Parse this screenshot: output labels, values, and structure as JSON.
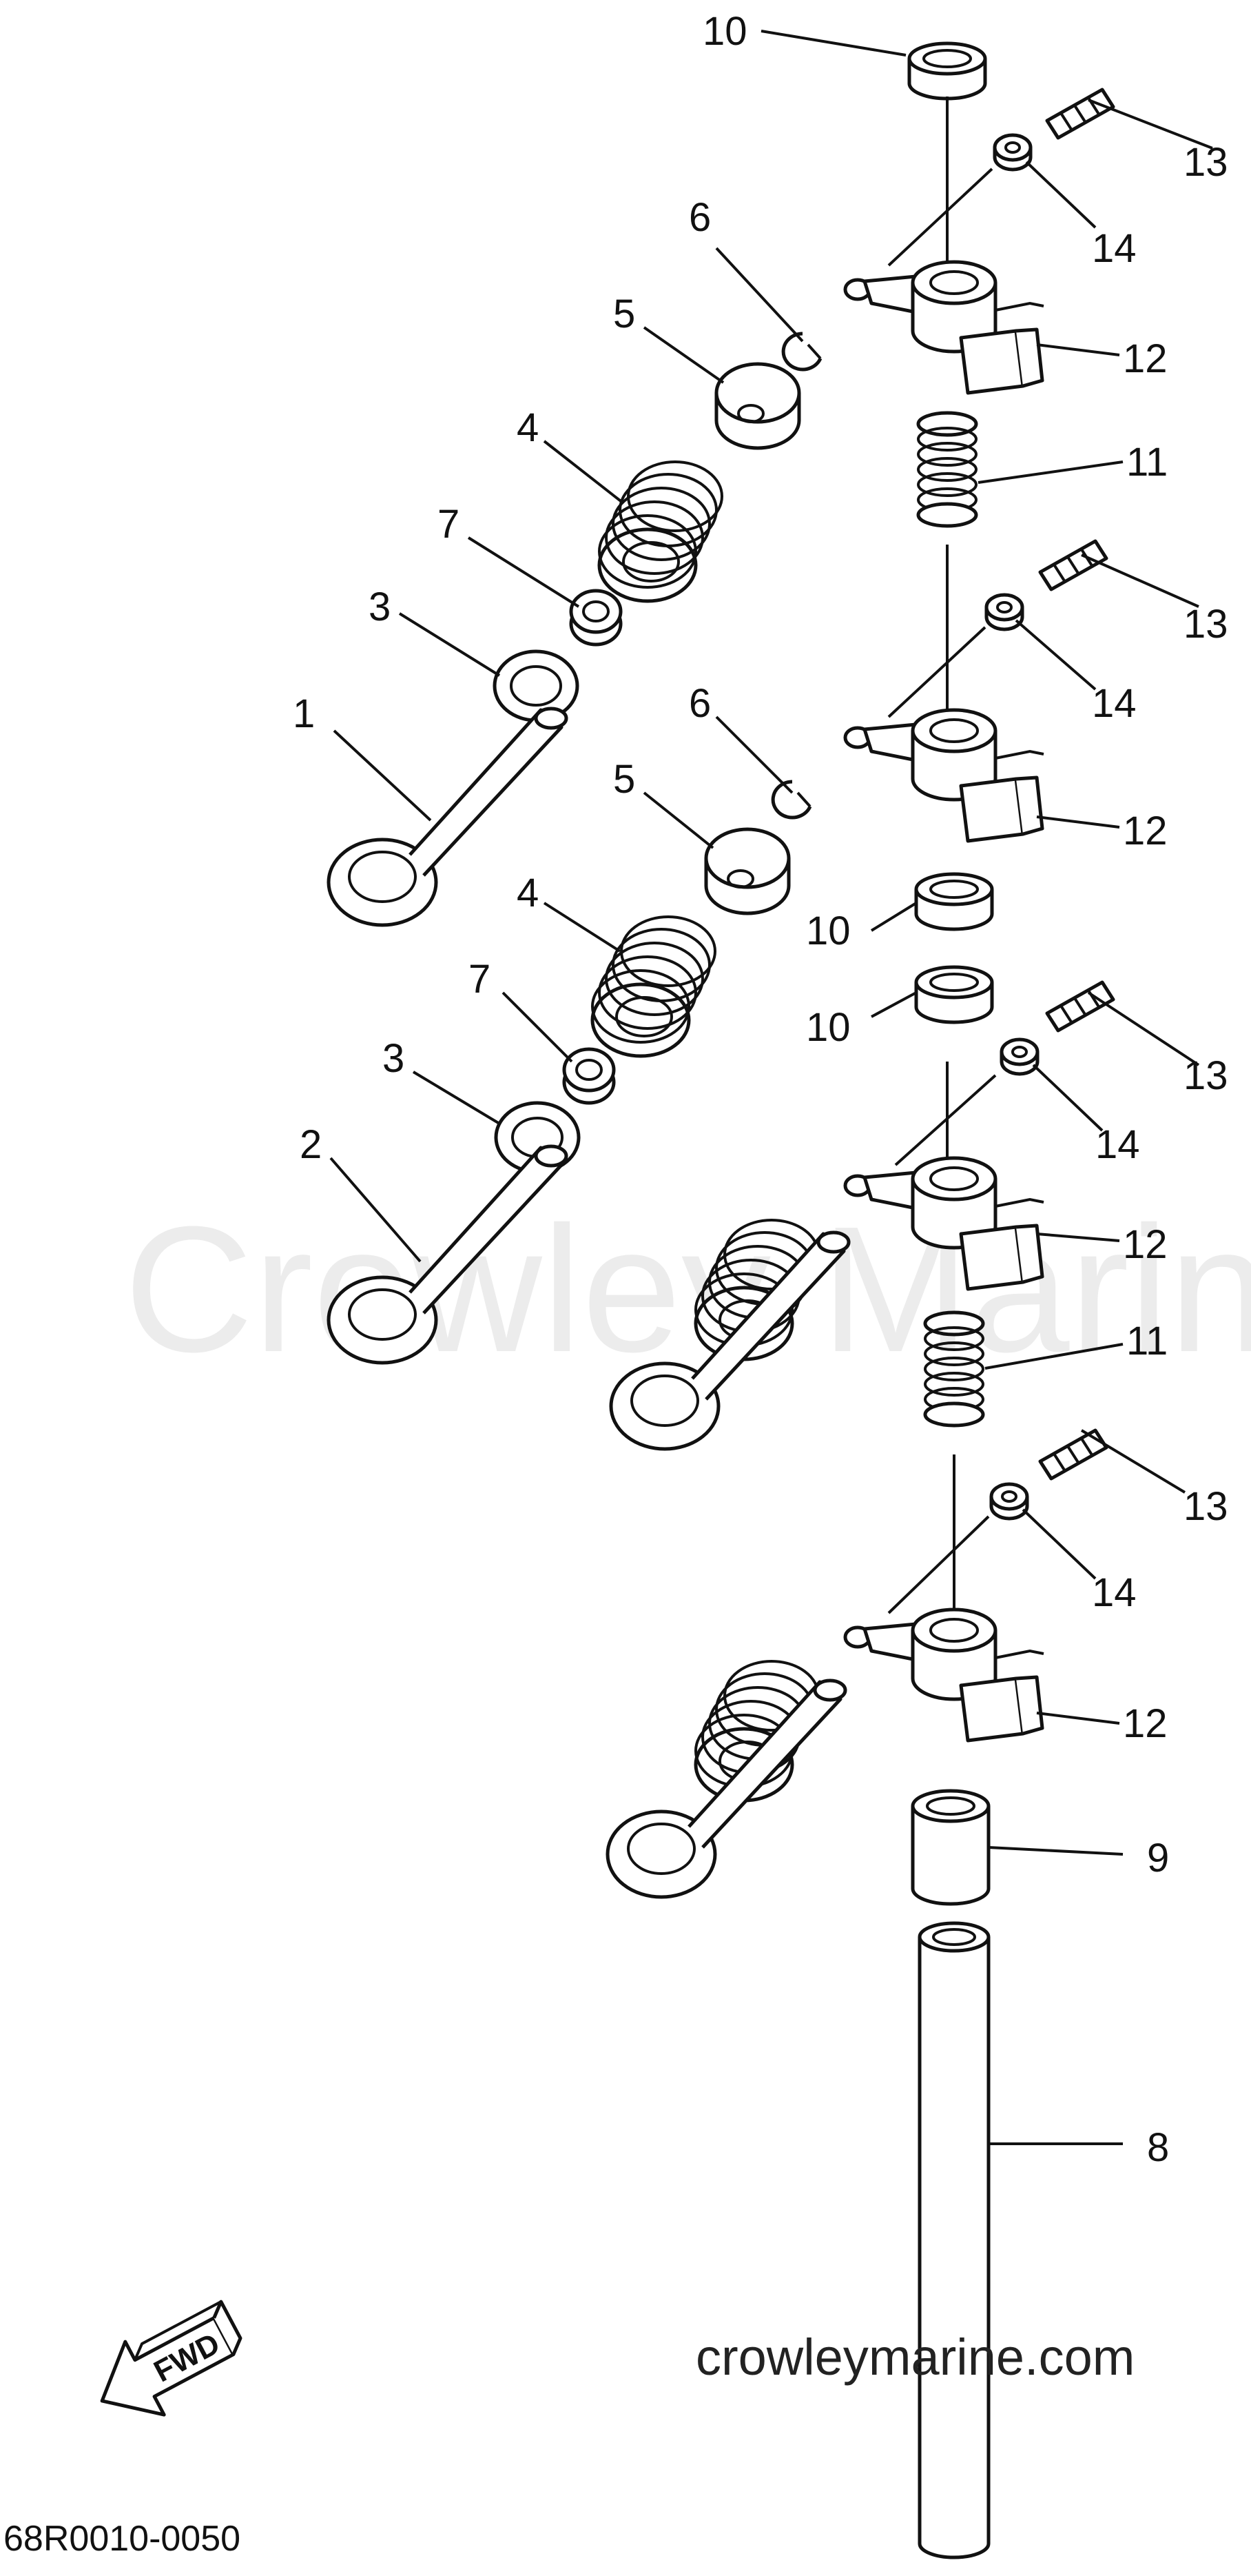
{
  "watermark": "Crowley Marine",
  "footer": {
    "website": "crowleymarine.com",
    "diagram_code": "68R0010-0050",
    "direction_label": "FWD"
  },
  "callouts": {
    "c1": "1",
    "c2": "2",
    "c3a": "3",
    "c3b": "3",
    "c4a": "4",
    "c4b": "4",
    "c5a": "5",
    "c5b": "5",
    "c6a": "6",
    "c6b": "6",
    "c7a": "7",
    "c7b": "7",
    "c8": "8",
    "c9": "9",
    "c10a": "10",
    "c10b": "10",
    "c10c": "10",
    "c11a": "11",
    "c11b": "11",
    "c12a": "12",
    "c12b": "12",
    "c12c": "12",
    "c12d": "12",
    "c13a": "13",
    "c13b": "13",
    "c13c": "13",
    "c13d": "13",
    "c14a": "14",
    "c14b": "14",
    "c14c": "14",
    "c14d": "14"
  }
}
